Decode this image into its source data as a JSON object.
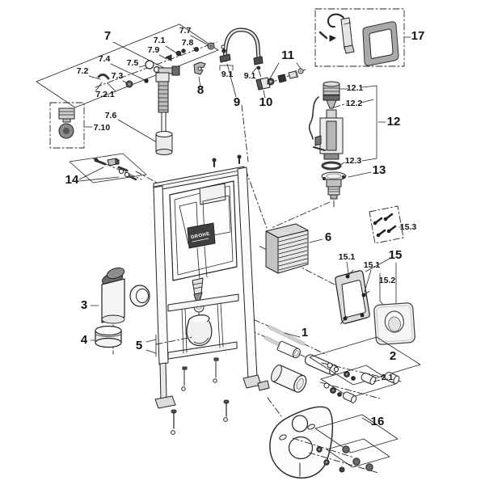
{
  "diagram": {
    "background": "#ffffff",
    "ink": "#222222",
    "brand_sticker": "GROHE",
    "labels": {
      "p1": "1",
      "p2": "2",
      "p2_1": "2.1",
      "p3": "3",
      "p4": "4",
      "p5": "5",
      "p6": "6",
      "p7": "7",
      "p7_1": "7.1",
      "p7_2": "7.2",
      "p7_2_1": "7.2.1",
      "p7_3": "7.3",
      "p7_4": "7.4",
      "p7_5": "7.5",
      "p7_6": "7.6",
      "p7_7": "7.7",
      "p7_8": "7.8",
      "p7_9": "7.9",
      "p7_10": "7.10",
      "p8": "8",
      "p9": "9",
      "p9_1": "9.1",
      "p10": "10",
      "p11": "11",
      "p12": "12",
      "p12_1": "12.1",
      "p12_2": "12.2",
      "p12_3": "12.3",
      "p13": "13",
      "p14": "14",
      "p15": "15",
      "p15_1": "15.1",
      "p15_2": "15.2",
      "p15_3": "15.3",
      "p16": "16",
      "p17": "17"
    }
  }
}
